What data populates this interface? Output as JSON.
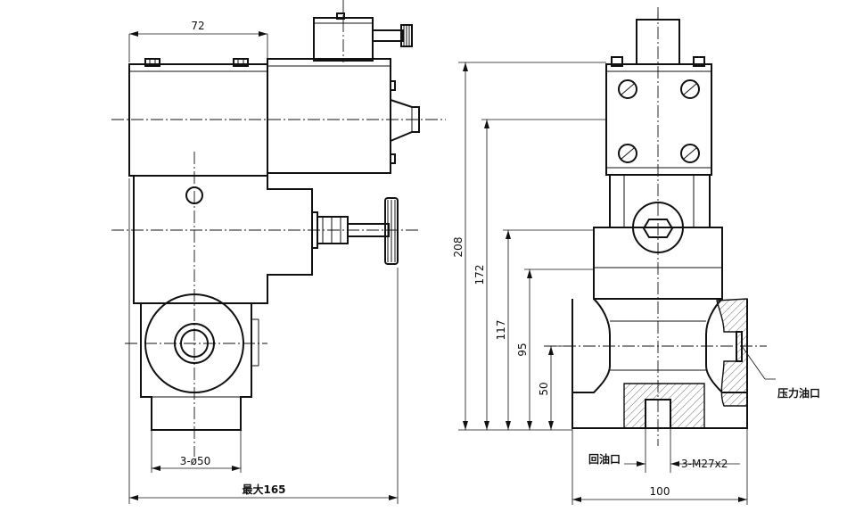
{
  "drawing": {
    "dimensions": {
      "top_width": "72",
      "overall_max": "最大165",
      "port_dia": "3-ø50",
      "base_width": "100",
      "thread": "3-M27x2",
      "h_208": "208",
      "h_172": "172",
      "h_117": "117",
      "h_95": "95",
      "h_50": "50"
    },
    "labels": {
      "pressure_port": "压力油口",
      "return_port": "回油口"
    }
  }
}
